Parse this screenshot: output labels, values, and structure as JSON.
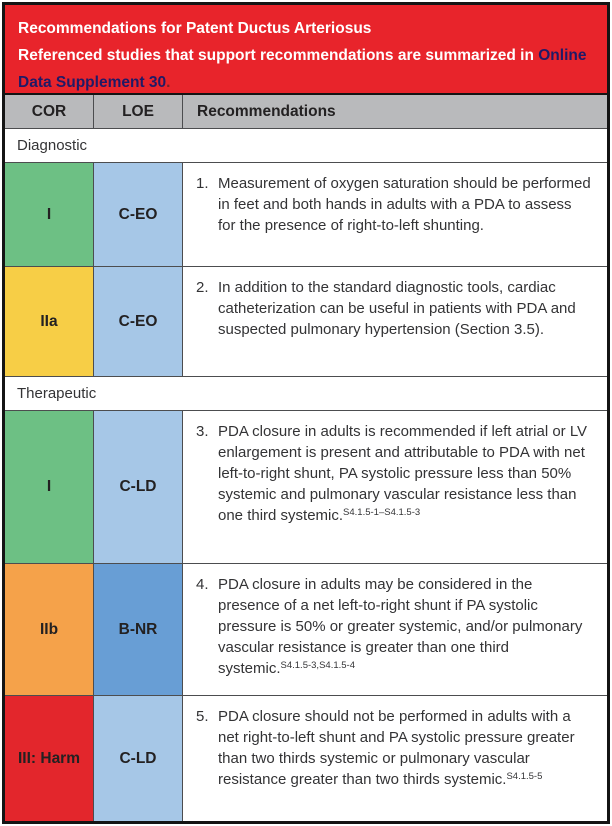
{
  "header": {
    "title": "Recommendations for Patent Ductus Arteriosus",
    "subtitle_prefix": "Referenced studies that support recommendations are summarized in ",
    "link_text": "Online Data Supplement 30",
    "period": ".",
    "banner_color": "#e8242b",
    "link_color": "#201a66",
    "period_color": "#7c2127"
  },
  "columns": {
    "cor": "COR",
    "loe": "LOE",
    "recommendations": "Recommendations",
    "header_bg": "#b9babc"
  },
  "sections": {
    "diagnostic": "Diagnostic",
    "therapeutic": "Therapeutic"
  },
  "colors": {
    "outer_border": "#141414",
    "grid_border": "#4c4d4f",
    "body_text": "#333335",
    "cor_class_i_green": "#6dc084",
    "cor_class_iia_yellow": "#f7ce46",
    "cor_class_iib_orange": "#f5a24a",
    "cor_class_iii_red": "#e3262c",
    "loe_light_blue": "#a6c7e7",
    "loe_medium_blue": "#689ed5"
  },
  "rows": [
    {
      "cor": "I",
      "cor_color": "#6dc084",
      "loe": "C-EO",
      "loe_color": "#a6c7e7",
      "num": "1.",
      "text": "Measurement of oxygen saturation should be performed in feet and both hands in adults with a PDA to assess for the presence of right-to-left shunting.",
      "ref": ""
    },
    {
      "cor": "IIa",
      "cor_color": "#f7ce46",
      "loe": "C-EO",
      "loe_color": "#a6c7e7",
      "num": "2.",
      "text": "In addition to the standard diagnostic tools, cardiac catheterization can be useful in patients with PDA and suspected pulmonary hypertension (Section 3.5).",
      "ref": ""
    },
    {
      "cor": "I",
      "cor_color": "#6dc084",
      "loe": "C-LD",
      "loe_color": "#a6c7e7",
      "num": "3.",
      "text": "PDA closure in adults is recommended if left atrial or LV enlargement is present and attributable to PDA with net left-to-right shunt, PA systolic pressure less than 50% systemic and pulmonary vascular resistance less than one third systemic.",
      "ref": "S4.1.5-1–S4.1.5-3"
    },
    {
      "cor": "IIb",
      "cor_color": "#f5a24a",
      "loe": "B-NR",
      "loe_color": "#689ed5",
      "num": "4.",
      "text": "PDA closure in adults may be considered in the presence of a net left-to-right shunt if PA systolic pressure is 50% or greater systemic, and/or pulmonary vascular resistance is greater than one third systemic.",
      "ref": "S4.1.5-3,S4.1.5-4"
    },
    {
      "cor": "III: Harm",
      "cor_color": "#e3262c",
      "loe": "C-LD",
      "loe_color": "#a6c7e7",
      "num": "5.",
      "text": "PDA closure should not be performed in adults with a net right-to-left shunt and PA systolic pressure greater than two thirds systemic or pulmonary vascular resistance greater than two thirds systemic.",
      "ref": "S4.1.5-5"
    }
  ]
}
